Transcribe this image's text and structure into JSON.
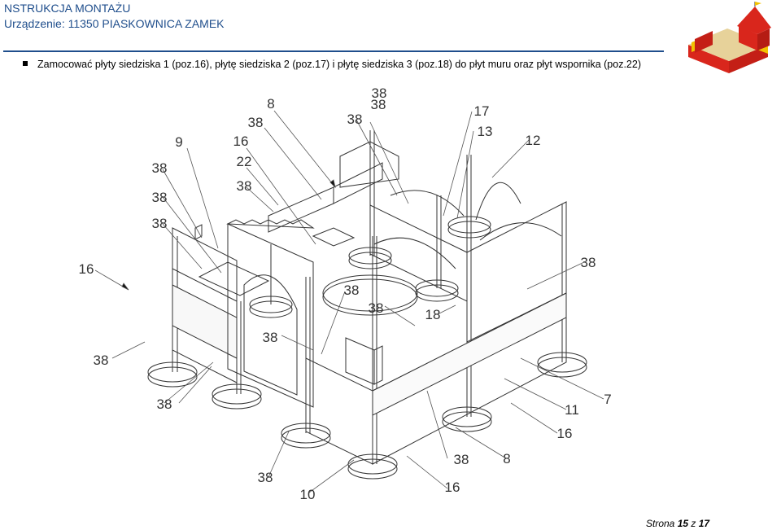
{
  "header": {
    "title": "NSTRUKCJA MONTAŻU",
    "device_label": "Urządzenie: 11350 PIASKOWNICA ZAMEK"
  },
  "instruction": "Zamocować płyty siedziska 1 (poz.16), płytę siedziska 2 (poz.17) i płytę siedziska 3 (poz.18) do płyt muru oraz płyt wspornika (poz.22)",
  "callouts": [
    "8",
    "38",
    "38",
    "38",
    "17",
    "13",
    "12",
    "9",
    "16",
    "38",
    "22",
    "38",
    "38",
    "38",
    "16",
    "38",
    "38",
    "38",
    "18",
    "38",
    "38",
    "38",
    "11",
    "7",
    "16",
    "38",
    "8",
    "16",
    "38",
    "10",
    "38"
  ],
  "footer": {
    "prefix": "Strona",
    "page": "15",
    "sep": "z",
    "total": "17"
  },
  "colors": {
    "header_text": "#1f4e8c",
    "thumb_red": "#d9261c",
    "thumb_yellow": "#f2c200"
  }
}
